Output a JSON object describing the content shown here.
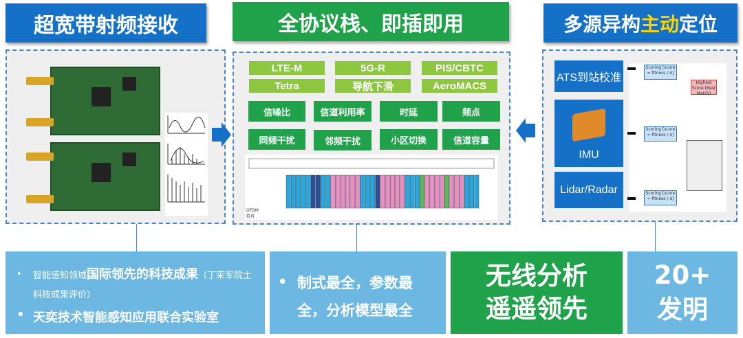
{
  "headers": {
    "left": "超宽带射频接收",
    "center": "全协议栈、即插即用",
    "right": {
      "part1": "多源异构",
      "highlight": "主动",
      "part2": "定位"
    }
  },
  "protocols": [
    "LTE-M",
    "5G-R",
    "PIS/CBTC",
    "Tetra",
    "导航下滑",
    "AeroMACS"
  ],
  "parameters": [
    "信噪比",
    "信道利用率",
    "时延",
    "频点",
    "同频干扰",
    "邻频干扰",
    "小区切换",
    "信道容量"
  ],
  "ofdm_label": "OFDM 符号",
  "sources": [
    "ATS到站校准",
    "IMU",
    "Lidar/Radar"
  ],
  "scoring": {
    "box": "Scoring [score = fitness / σ]",
    "highest": "Highest Score (Best Match)"
  },
  "bottom": {
    "box1": {
      "line1_normal": "智能感知领域",
      "line1_bold": "国际领先的科技成果",
      "line1_tail": "（丁荣军院士科技成果评价）",
      "line2": "天奕技术智能感知应用联合实验室"
    },
    "box2": {
      "text": "制式最全，参数最全，分析模型最全"
    },
    "box3": {
      "line1": "无线分析",
      "line2": "遥遥领先"
    },
    "box4": {
      "line1": "20+",
      "line2": "发明"
    }
  },
  "colors": {
    "blue": "#1570c7",
    "green": "#1fa24a",
    "light_green": "#8dc63f",
    "light_blue": "#6cb8e3",
    "yellow": "#ffd200"
  }
}
